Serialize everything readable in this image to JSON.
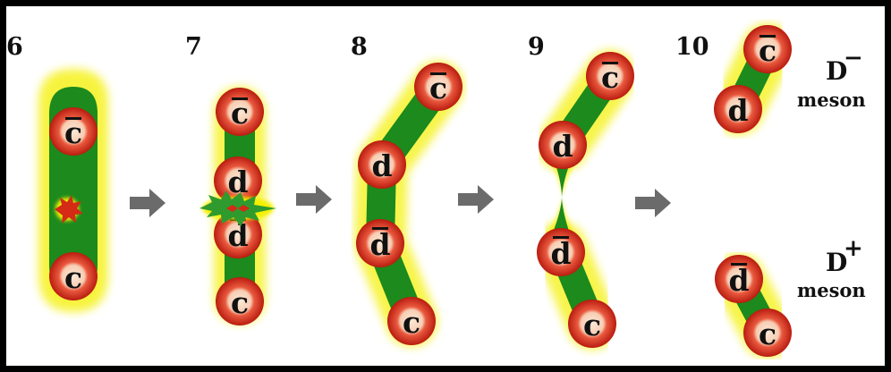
{
  "steps": [
    {
      "number": "6"
    },
    {
      "number": "7"
    },
    {
      "number": "8"
    },
    {
      "number": "9"
    },
    {
      "number": "10"
    }
  ],
  "quarks": {
    "charm": "c",
    "anticharm": "c",
    "down": "d",
    "antidown": "d"
  },
  "mesons": {
    "d_minus": {
      "symbol": "D",
      "charge": "−",
      "word": "meson"
    },
    "d_plus": {
      "symbol": "D",
      "charge": "+",
      "word": "meson"
    }
  },
  "colors": {
    "background": "#000000",
    "panel": "#ffffff",
    "flux_tube": "#1c8a1c",
    "glow": "#f4f000",
    "quark_ball": "#e0361f",
    "quark_face": "#fbe9d6",
    "arrow": "#6b6b6b"
  }
}
